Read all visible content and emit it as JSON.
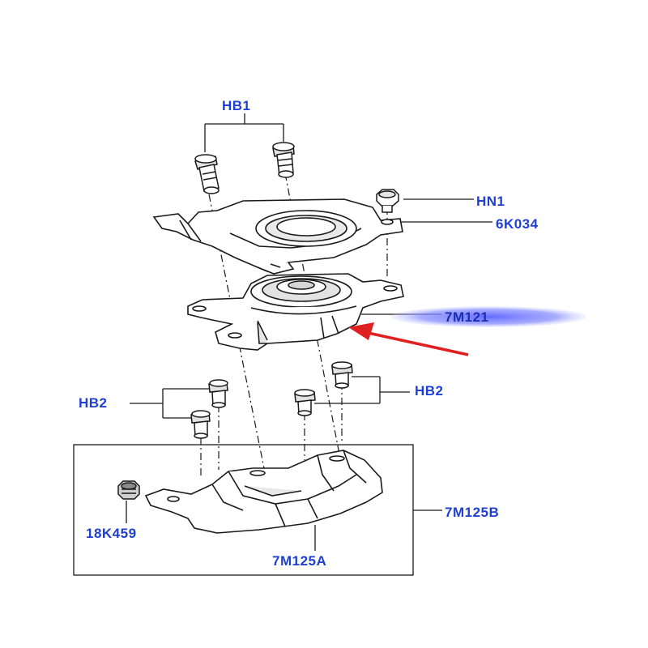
{
  "colors": {
    "callout_text": "#1f3fd0",
    "line_art": "#1a1a1a",
    "part_fill": "#ffffff",
    "shade_fill": "#d9d9d9",
    "highlight": "#6f7bff",
    "arrow": "#e02020"
  },
  "callouts": {
    "hb1": "HB1",
    "hn1": "HN1",
    "k6034": "6K034",
    "m7121": "7M121",
    "hb2_left": "HB2",
    "hb2_right": "HB2",
    "m7125b": "7M125B",
    "k18459": "18K459",
    "m7125a": "7M125A"
  },
  "icons": {
    "pointer": "red-arrow-icon"
  }
}
